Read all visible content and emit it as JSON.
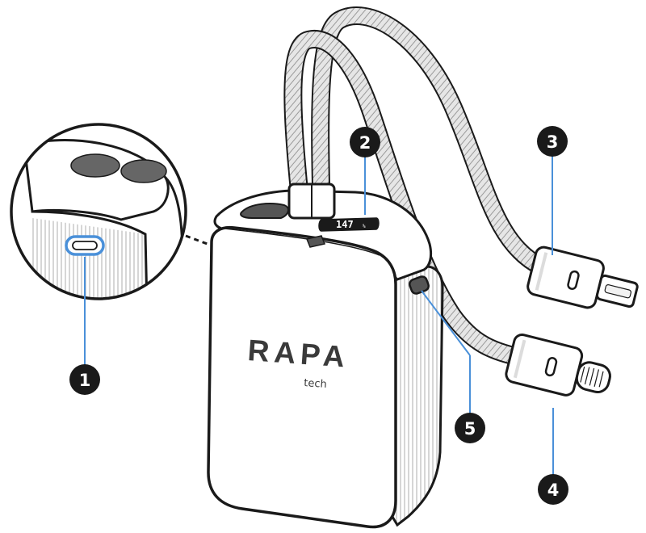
{
  "product": {
    "brand": "RAPA",
    "sub": "tech",
    "display_reading": "147",
    "display_unit": "%"
  },
  "callouts": [
    {
      "number": "1"
    },
    {
      "number": "2"
    },
    {
      "number": "3"
    },
    {
      "number": "4"
    },
    {
      "number": "5"
    }
  ],
  "colors": {
    "outline": "#1a1a1a",
    "callout_line": "#4a90d9",
    "port_highlight": "#4a90d9",
    "body_fill": "#ffffff",
    "ridge": "#8a8a8a"
  }
}
